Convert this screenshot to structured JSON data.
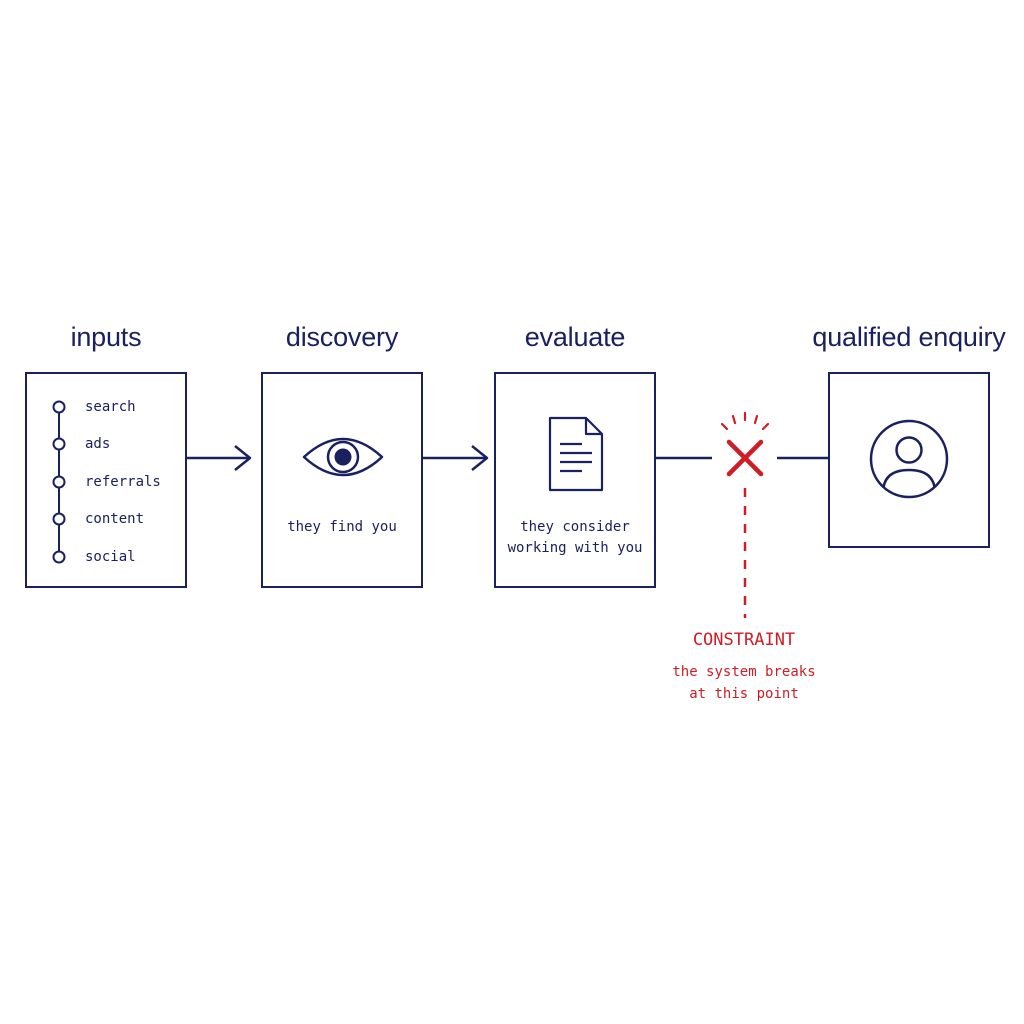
{
  "stages": [
    {
      "title": "inputs"
    },
    {
      "title": "discovery",
      "caption": "they find you"
    },
    {
      "title": "evaluate",
      "caption_lines": [
        "they consider",
        "working with you"
      ]
    },
    {
      "title": "qualified enquiry"
    }
  ],
  "inputs": [
    "search",
    "ads",
    "referrals",
    "content",
    "social"
  ],
  "constraint": {
    "label": "CONSTRAINT",
    "description_lines": [
      "the system breaks",
      "at this point"
    ]
  },
  "icons": {
    "discovery": "eye-icon",
    "evaluate": "document-icon",
    "qualified_enquiry": "user-avatar-icon",
    "constraint": "red-x-icon"
  },
  "colors": {
    "ink": "#1b2160",
    "constraint": "#d01c24"
  }
}
